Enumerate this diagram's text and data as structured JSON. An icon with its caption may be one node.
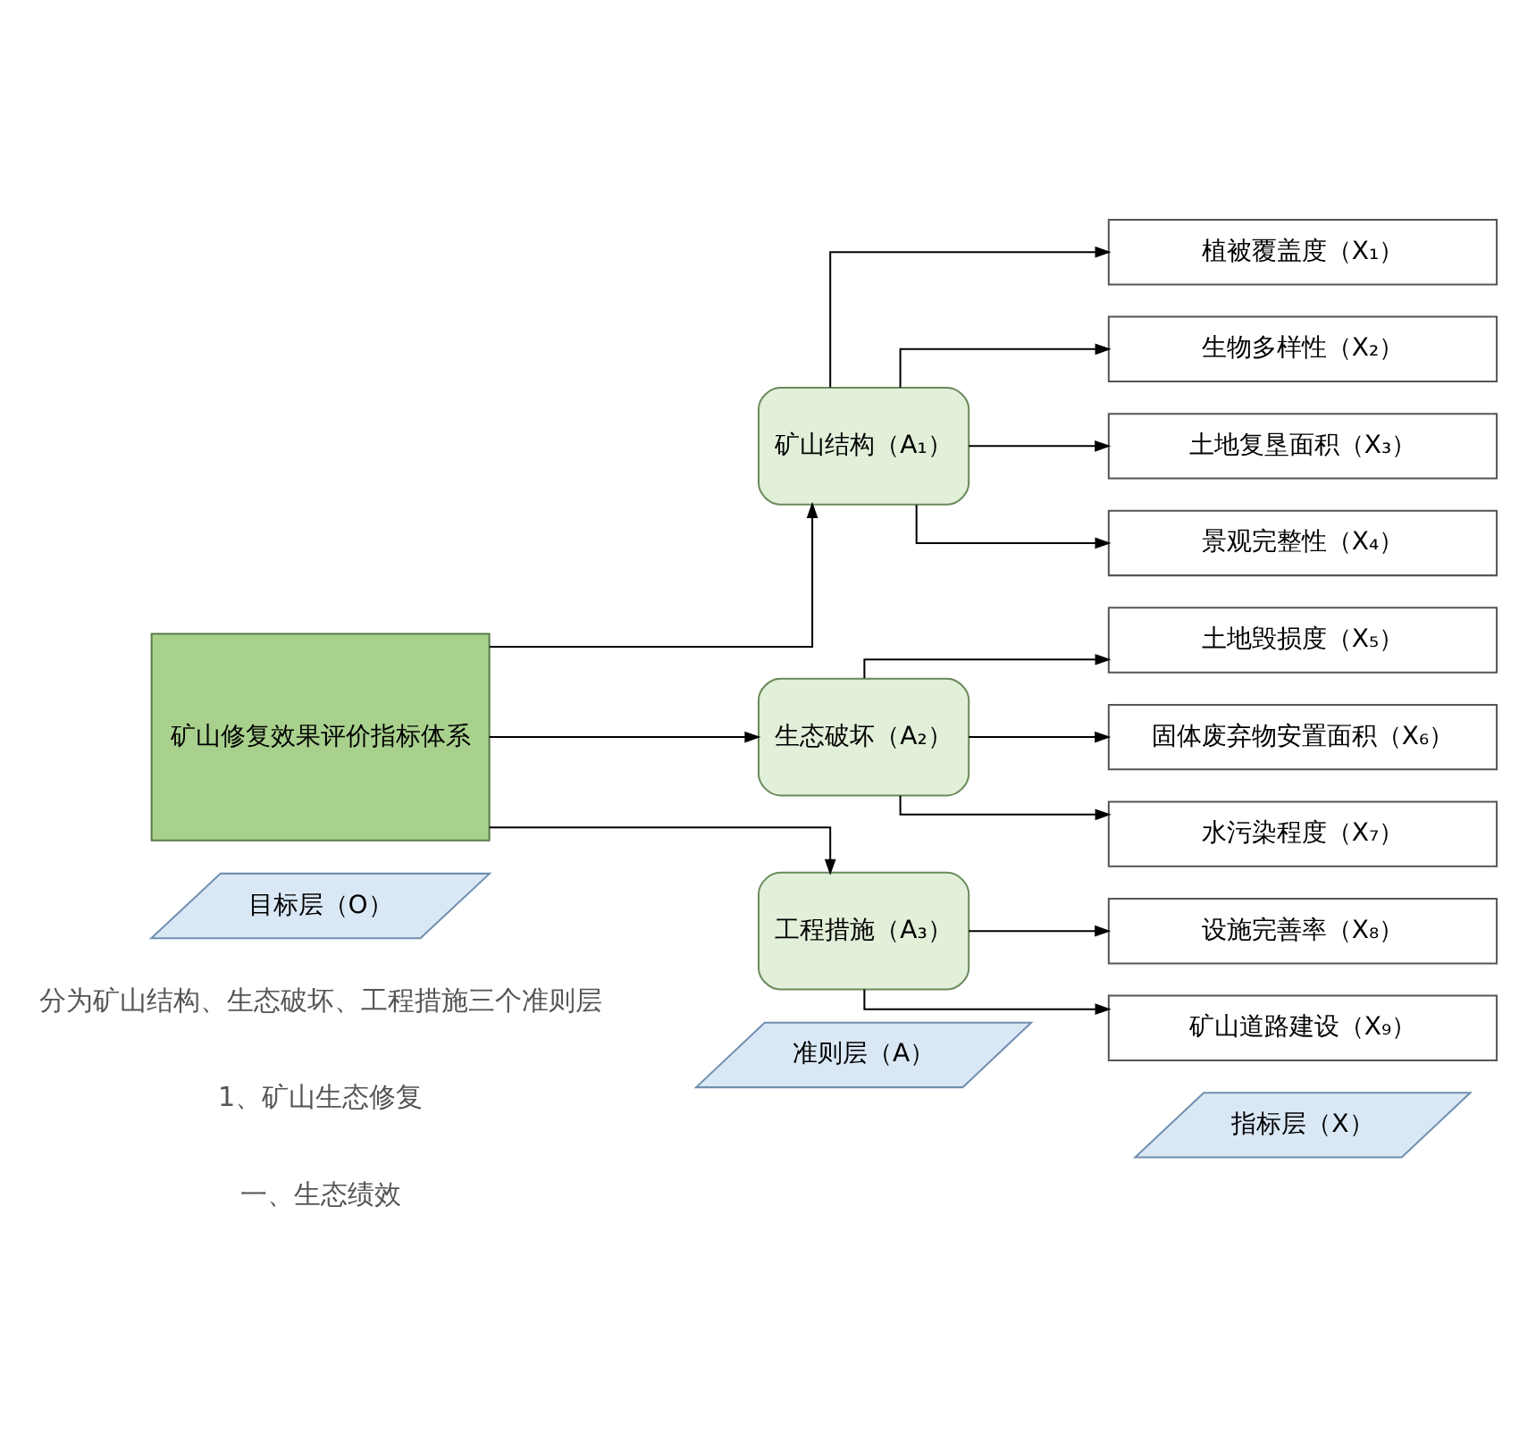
{
  "diagram": {
    "nodes": [
      {
        "text": [
          "目标层（O）"
        ]
      },
      {
        "text": [
          "准则层（A）"
        ]
      },
      {
        "text": [
          "指标层（X）"
        ]
      },
      {
        "text": [
          "矿山修复效果评价指标体系"
        ]
      },
      {
        "text": [
          "矿山结构（A₁）"
        ]
      },
      {
        "text": [
          "植被覆盖度（X₁）"
        ]
      },
      {
        "text": [
          "生物多样性（X₂）"
        ]
      },
      {
        "text": [
          "土地复垦面积（X₃）"
        ]
      },
      {
        "text": [
          "景观完整性（X₄）"
        ]
      },
      {
        "text": [
          "生态破坏（A₂）"
        ]
      },
      {
        "text": [
          "土地毁损度（X₅）"
        ]
      },
      {
        "text": [
          "固体废弃物安置面积（X₆）"
        ]
      },
      {
        "text": [
          "水污染程度（X₇）"
        ]
      },
      {
        "text": [
          "工程措施（A₃）"
        ]
      },
      {
        "text": [
          "设施完善率（X₈）"
        ]
      },
      {
        "text": [
          "矿山道路建设（X₉）"
        ]
      }
    ],
    "edges": [
      {
        "from": 3,
        "to": 4,
        "arrow": "to"
      },
      {
        "from": 3,
        "to": 9,
        "arrow": "to"
      },
      {
        "from": 3,
        "to": 13,
        "arrow": "to"
      },
      {
        "from": 4,
        "to": 5,
        "arrow": "to"
      },
      {
        "from": 4,
        "to": 6,
        "arrow": "to"
      },
      {
        "from": 4,
        "to": 7,
        "arrow": "to"
      },
      {
        "from": 4,
        "to": 8,
        "arrow": "to"
      },
      {
        "from": 9,
        "to": 10,
        "arrow": "to"
      },
      {
        "from": 9,
        "to": 11,
        "arrow": "to"
      },
      {
        "from": 9,
        "to": 12,
        "arrow": "to"
      },
      {
        "from": 13,
        "to": 14,
        "arrow": "to"
      },
      {
        "from": 13,
        "to": 15,
        "arrow": "to"
      }
    ],
    "labels": [
      "一、生态绩效",
      "1、矿山生态修复",
      "分为矿山结构、生态破坏、工程措施三个准则层"
    ]
  }
}
